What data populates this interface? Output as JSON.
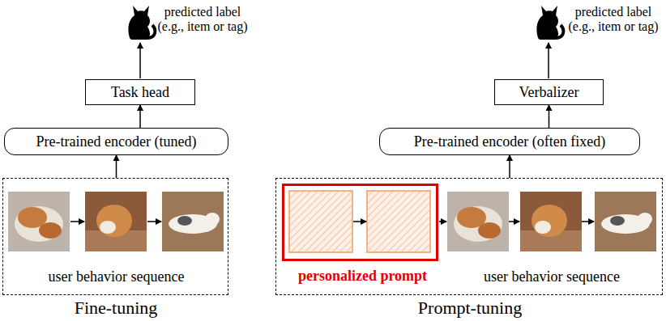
{
  "diagram": {
    "nodes": [
      {
        "text": [
          "Task head"
        ]
      },
      {
        "text": [
          "Pre-trained encoder (tuned)"
        ]
      },
      {
        "text": [
          "user behavior sequence"
        ]
      },
      {
        "text": [
          "Verbalizer"
        ]
      },
      {
        "text": [
          "Pre-trained encoder (often fixed)"
        ]
      },
      {
        "text": [
          "user behavior sequence"
        ]
      },
      {
        "text": [
          "personalized prompt"
        ],
        "in": 5
      }
    ],
    "edges": [
      {
        "from": 2,
        "to": 1,
        "arrow": "to"
      },
      {
        "from": 1,
        "to": 0,
        "arrow": "to"
      },
      {
        "from": 5,
        "to": 4,
        "arrow": "to"
      },
      {
        "from": 4,
        "to": 3,
        "arrow": "to"
      }
    ],
    "labels": [
      "predicted label (e.g., item or tag)",
      "predicted label (e.g., item or tag)",
      "Fine-tuning",
      "Prompt-tuning"
    ]
  }
}
